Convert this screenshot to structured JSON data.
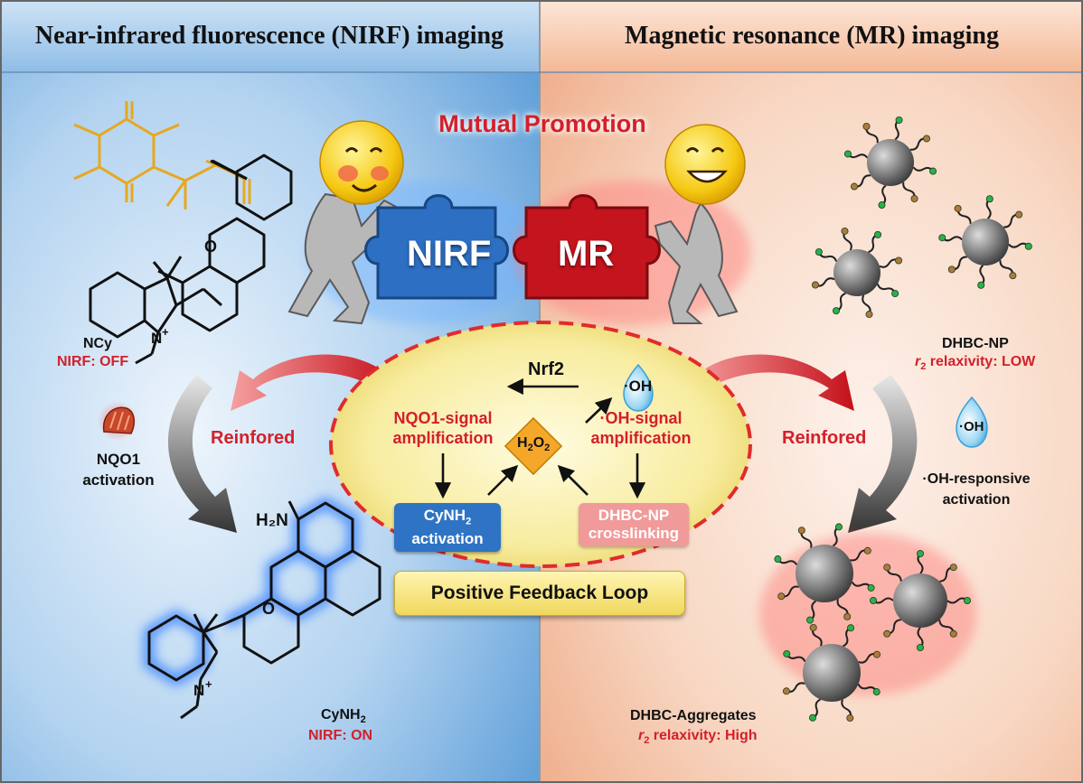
{
  "headers": {
    "left": "Near-infrared fluorescence (NIRF) imaging",
    "right": "Magnetic resonance (MR) imaging"
  },
  "center": {
    "mutual_promotion": "Mutual Promotion",
    "puzzle_left": "NIRF",
    "puzzle_right": "MR",
    "nrf2": "Nrf2",
    "oh_drop": "·OH",
    "nqo1_signal_1": "NQO1-signal",
    "nqo1_signal_2": "amplification",
    "oh_signal_1": "·OH-signal",
    "oh_signal_2": "amplification",
    "h2o2_base": "H",
    "h2o2_sub": "2",
    "h2o2_base2": "O",
    "h2o2_sub2": "2",
    "cynh2_box_1a": "CyNH",
    "cynh2_box_1sub": "2",
    "cynh2_box_2": "activation",
    "dhbc_box_1": "DHBC-NP",
    "dhbc_box_2": "crosslinking",
    "loop_label": "Positive Feedback Loop"
  },
  "left": {
    "ncy": "NCy",
    "nirf_off": "NIRF: OFF",
    "reinforced": "Reinfored",
    "nqo1_act_1": "NQO1",
    "nqo1_act_2": "activation",
    "cynh2_base": "CyNH",
    "cynh2_sub": "2",
    "nirf_on": "NIRF: ON",
    "h2n": "H₂N",
    "o_atom": "O",
    "n_atom": "N",
    "plus": "+"
  },
  "right": {
    "dhbc_np": "DHBC-NP",
    "r2_low_r": "r",
    "r2_low_sub": "2",
    "r2_low_rest": " relaxivity: LOW",
    "reinforced": "Reinfored",
    "oh_drop": "·OH",
    "oh_act_1": "·OH-responsive",
    "oh_act_2": "activation",
    "aggregates": "DHBC-Aggregates",
    "r2_high_r": "r",
    "r2_high_sub": "2",
    "r2_high_rest": " relaxivity: High"
  },
  "colors": {
    "nirf_blue": "#2b6cc4",
    "mr_red": "#c8202a",
    "label_red": "#d3202a",
    "quinone_yellow": "#e6a820",
    "left_bg": "#7fb6e6",
    "right_bg": "#f7c9ae",
    "loop_yellow": "#f5e27a"
  }
}
